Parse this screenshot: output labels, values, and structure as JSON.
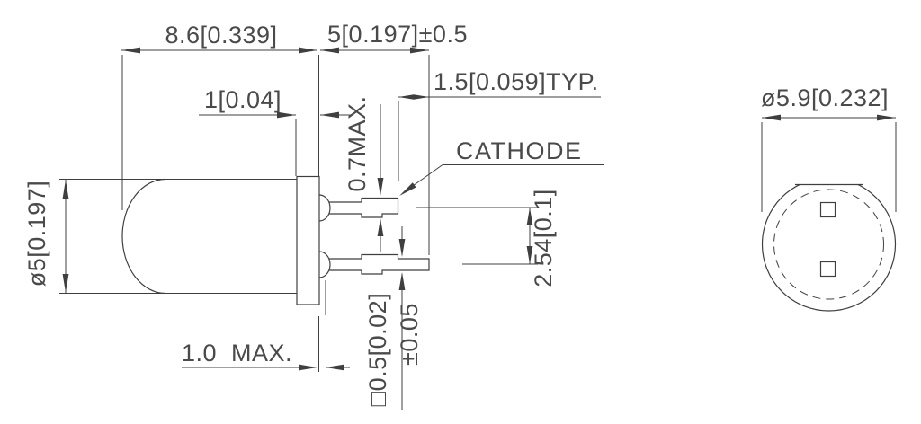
{
  "drawing": {
    "kind": "LED package outline dimension drawing",
    "colors": {
      "line": "#3f3f3f",
      "text": "#4a4a4a",
      "background": "#ffffff"
    }
  },
  "side_view": {
    "dim_overall_length": "8.6[0.339]",
    "dim_lead_length": "5[0.197]±0.5",
    "dim_flange_thickness": "1[0.04]",
    "dim_cathode_tip_offset": "1.5[0.059]TYP.",
    "dim_crimp_height": "0.7MAX.",
    "label_cathode": "CATHODE",
    "dim_lead_pitch": "2.54[0.1]",
    "dim_lead_cross_section": "□0.5[0.02]",
    "dim_lead_cross_section_tol": "±0.05",
    "dim_meniscus_max": "1.0  MAX.",
    "dim_body_diameter": "ø5[0.197]"
  },
  "top_view": {
    "dim_flange_diameter": "ø5.9[0.232]"
  }
}
